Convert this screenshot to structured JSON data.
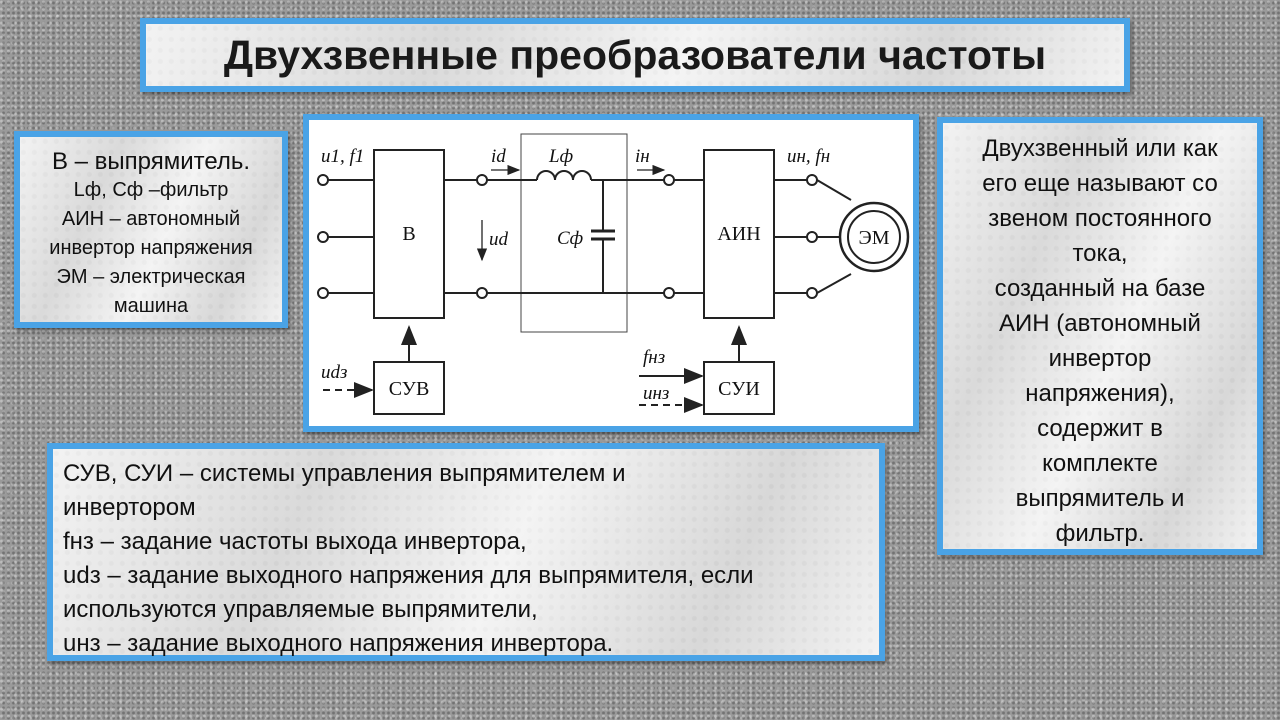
{
  "title": "Двухзвенные преобразователи частоты",
  "legend_left": [
    "В – выпрямитель.",
    "Lф, Сф –фильтр",
    "АИН – автономный",
    "инвертор напряжения",
    "ЭМ – электрическая",
    "машина"
  ],
  "right_text": [
    "Двухзвенный или как",
    "его еще называют со",
    "звеном постоянного",
    "тока,",
    "созданный на базе",
    "АИН (автономный",
    "инвертор",
    "напряжения),",
    "содержит в",
    "комплекте",
    "выпрямитель и",
    "фильтр."
  ],
  "bottom_text": [
    "СУВ, СУИ – системы управления выпрямителем и",
    "инвертором",
    "fнз – задание частоты выхода инвертора,",
    "udз – задание выходного напряжения для выпрямителя, если",
    "используются управляемые выпрямители,",
    "uнз – задание выходного напряжения инвертора."
  ],
  "diagram": {
    "block_rectifier": "В",
    "block_inverter": "АИН",
    "block_rect_control": "СУВ",
    "block_inv_control": "СУИ",
    "machine": "ЭМ",
    "labels": {
      "input": "u1, f1",
      "id": "id",
      "ud": "ud",
      "L": "Lф",
      "C": "Cф",
      "in": "iн",
      "output": "uн, fн",
      "udz": "udз",
      "fnz": "fнз",
      "unz": "uнз"
    }
  },
  "colors": {
    "panel_border": "#4aa3e6",
    "background": "#9a9a9a"
  }
}
